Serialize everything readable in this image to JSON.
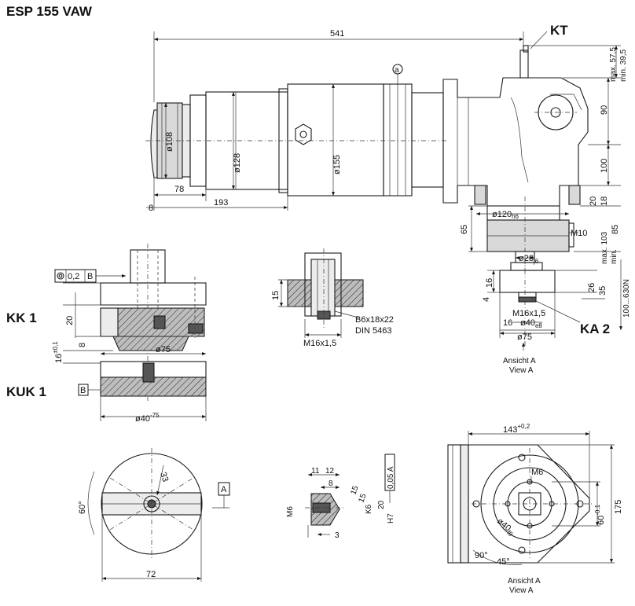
{
  "title": "ESP 155 VAW",
  "variants": {
    "kt": "KT",
    "kk1": "KK 1",
    "kuk1": "KUK 1",
    "ka2": "KA 2"
  },
  "main_view": {
    "dim_total_length": "541",
    "dim_108": "ø108",
    "dim_128": "ø128",
    "dim_155": "ø155",
    "dim_78": "78",
    "dim_8": "8",
    "dim_193": "193",
    "dim_120": "ø120",
    "dim_120_tol": "h6",
    "dim_65": "65",
    "dim_m10": "M10",
    "dim_28": "ø28",
    "dim_28_tol": "j6",
    "dim_max575": "max. 57,5",
    "dim_min395": "min. 39,5",
    "dim_90": "90",
    "dim_100": "100",
    "dim_20": "20",
    "dim_18": "18",
    "dim_85": "85",
    "dim_max103": "max. 103",
    "dim_min": "min.",
    "marker_a": "a"
  },
  "kk1_view": {
    "tolerance_frame_value": "0,2",
    "tolerance_frame_datum": "B",
    "dim_20": "20",
    "dim_8": "8",
    "dim_16": "16",
    "dim_16_tol": "±0,1",
    "dim_75": "ø75",
    "dim_40": "ø40",
    "dim_40_tol": "-75",
    "datum_b": "B"
  },
  "spline_view": {
    "dim_15": "15",
    "spline_spec": "B6x18x22",
    "spline_std": "DIN 5463",
    "thread": "M16x1,5"
  },
  "ka2_view": {
    "dim_16": "16",
    "dim_4": "4",
    "dim_26": "26",
    "dim_35": "35",
    "thread": "M16x1,5",
    "dim_16b": "16",
    "dim_40": "ø40",
    "dim_40_tol": "e8",
    "dim_75": "ø75",
    "force": "100...630N",
    "caption_de": "Ansicht A",
    "caption_en": "View A"
  },
  "front_view": {
    "dim_33": "33",
    "dim_60deg": "60°",
    "dim_72": "72",
    "datum_a": "A"
  },
  "detail_view": {
    "dim_11": "11",
    "dim_12": "12",
    "dim_8": "8",
    "dim_15a": "15",
    "dim_15b": "15",
    "dim_k6": "K6",
    "dim_20": "20",
    "dim_h7": "H7",
    "dim_m6": "M6",
    "dim_3": "3",
    "tolerance_frame": "0,05 A"
  },
  "view_a": {
    "dim_143": "143",
    "dim_143_tol": "+0,2",
    "thread": "M6",
    "dim_60": "60",
    "dim_60_tol": "-0,1",
    "dim_175": "175",
    "dim_40": "ø40",
    "dim_40_tol": "f9",
    "dim_90deg": "90°",
    "dim_45deg": "45°",
    "caption_de": "Ansicht A",
    "caption_en": "View A"
  }
}
